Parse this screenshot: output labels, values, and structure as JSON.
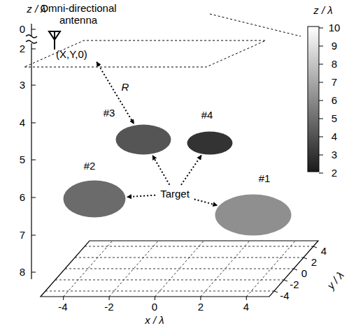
{
  "diagram": {
    "nodes": [
      {
        "text": [
          "Omni-directional antenna",
          "(X,Y,0)"
        ]
      },
      {
        "text": [
          "#3"
        ]
      },
      {
        "text": [
          "#4"
        ]
      },
      {
        "text": [
          "#2"
        ]
      },
      {
        "text": [
          "#1"
        ]
      },
      {
        "text": [
          "Target"
        ]
      }
    ],
    "edges": [
      {
        "from": 0,
        "to": 1,
        "arrow": "both",
        "label": "R"
      },
      {
        "from": 5,
        "to": 1,
        "arrow": "to"
      },
      {
        "from": 5,
        "to": 2,
        "arrow": "to"
      },
      {
        "from": 5,
        "to": 3,
        "arrow": "to"
      },
      {
        "from": 5,
        "to": 4,
        "arrow": "to"
      }
    ],
    "labels": [
      "z / λ",
      "0",
      "2",
      "3",
      "4",
      "5",
      "6",
      "7",
      "8",
      "z / λ",
      "10",
      "9",
      "8",
      "7",
      "6",
      "5",
      "4",
      "3",
      "2",
      "-4",
      "-2",
      "0",
      "2",
      "4",
      "x / λ",
      "-4",
      "-2",
      "0",
      "2",
      "4",
      "y / λ"
    ]
  }
}
